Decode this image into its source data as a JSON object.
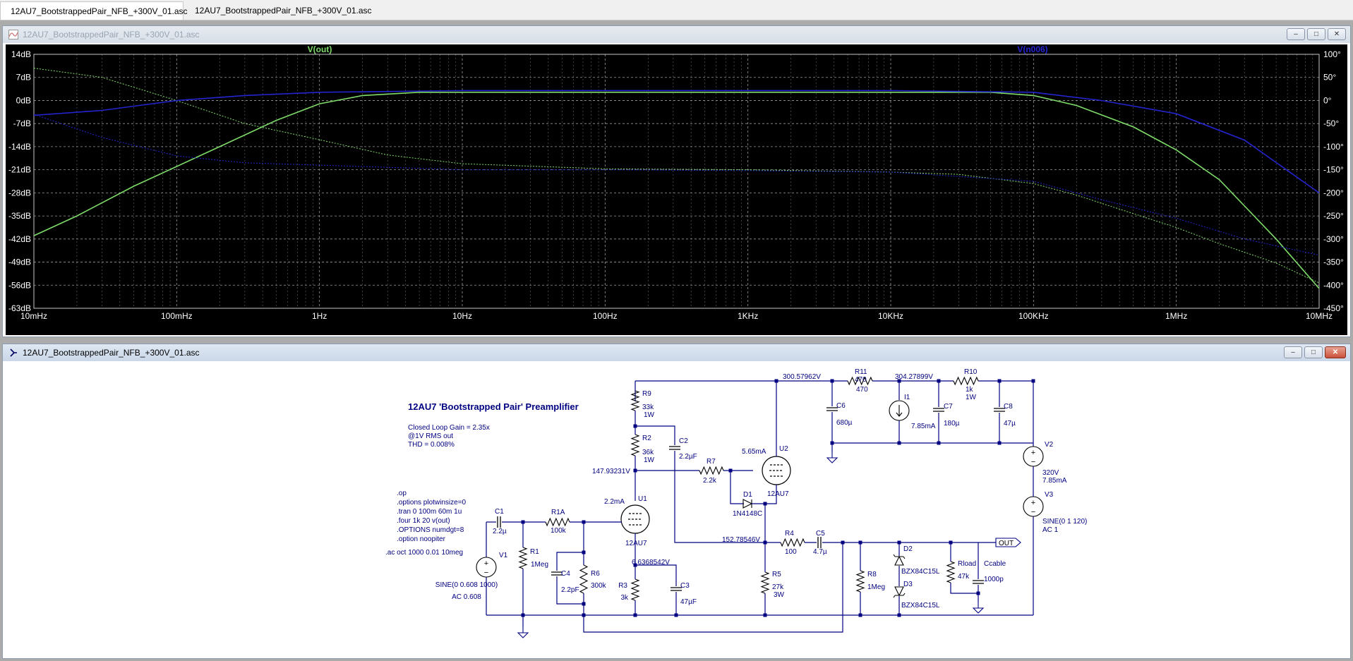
{
  "tabs": [
    {
      "label": "12AU7_BootstrappedPair_NFB_+300V_01.asc",
      "icon": "schematic-icon",
      "active": true
    },
    {
      "label": "12AU7_BootstrappedPair_NFB_+300V_01.asc",
      "icon": "waveform-icon",
      "active": false
    }
  ],
  "plot_window": {
    "title": "12AU7_BootstrappedPair_NFB_+300V_01.asc",
    "icon": "waveform-icon"
  },
  "schematic_window": {
    "title": "12AU7_BootstrappedPair_NFB_+300V_01.asc",
    "icon": "schematic-icon"
  },
  "window_buttons": {
    "minimize": "–",
    "maximize": "□",
    "close": "✕"
  },
  "colors": {
    "trace_out": "#7fdc6a",
    "trace_n006": "#2424d0",
    "wire": "#000080",
    "component": "#000000",
    "text": "#000080"
  },
  "chart_data": {
    "type": "line",
    "x_scale": "log",
    "x_range": [
      0.01,
      10000000
    ],
    "x_ticks": [
      "10mHz",
      "100mHz",
      "1Hz",
      "10Hz",
      "100Hz",
      "1KHz",
      "10KHz",
      "100KHz",
      "1MHz",
      "10MHz"
    ],
    "y_left_ticks": [
      "14dB",
      "7dB",
      "0dB",
      "-7dB",
      "-14dB",
      "-21dB",
      "-28dB",
      "-35dB",
      "-42dB",
      "-49dB",
      "-56dB",
      "-63dB"
    ],
    "y_left_range": [
      -63,
      14
    ],
    "y_right_ticks": [
      "100°",
      "50°",
      "0°",
      "-50°",
      "-100°",
      "-150°",
      "-200°",
      "-250°",
      "-300°",
      "-350°",
      "-400°",
      "-450°"
    ],
    "y_right_range": [
      -450,
      100
    ],
    "grid": true,
    "series": [
      {
        "name": "V(out)",
        "color": "#7fdc6a",
        "role": "magnitude",
        "x": [
          0.01,
          0.02,
          0.05,
          0.1,
          0.2,
          0.5,
          1,
          2,
          5,
          10,
          100,
          1000,
          10000,
          50000,
          100000,
          200000,
          500000,
          1000000,
          2000000,
          5000000,
          10000000
        ],
        "y": [
          -41,
          -35,
          -26,
          -20,
          -14,
          -6,
          -1,
          1.5,
          2.5,
          2.5,
          2.5,
          2.5,
          2.5,
          2.5,
          1.5,
          -1.5,
          -8,
          -15,
          -24,
          -42,
          -57
        ]
      },
      {
        "name": "V(out)",
        "color": "#7fdc6a",
        "role": "phase",
        "x": [
          0.01,
          0.03,
          0.1,
          0.3,
          1,
          3,
          10,
          100,
          1000,
          10000,
          30000,
          100000,
          200000,
          500000,
          1000000,
          2000000,
          5000000,
          10000000
        ],
        "y": [
          70,
          50,
          0,
          -50,
          -85,
          -118,
          -137,
          -148,
          -150,
          -155,
          -160,
          -180,
          -205,
          -245,
          -275,
          -310,
          -352,
          -395
        ]
      },
      {
        "name": "V(n006)",
        "color": "#2424d0",
        "role": "magnitude",
        "x": [
          0.01,
          0.03,
          0.1,
          0.3,
          1,
          10,
          100,
          1000,
          10000,
          100000,
          300000,
          1000000,
          3000000,
          10000000
        ],
        "y": [
          -4.5,
          -3,
          0,
          1.5,
          2.5,
          3,
          3,
          3,
          3,
          2.5,
          0,
          -4,
          -12,
          -28
        ]
      },
      {
        "name": "V(n006)",
        "color": "#2424d0",
        "role": "phase",
        "x": [
          0.01,
          0.03,
          0.1,
          0.3,
          1,
          10,
          100,
          1000,
          10000,
          100000,
          300000,
          1000000,
          3000000,
          10000000
        ],
        "y": [
          -30,
          -80,
          -120,
          -135,
          -140,
          -150,
          -150,
          -152,
          -155,
          -175,
          -215,
          -255,
          -300,
          -335
        ]
      }
    ]
  },
  "schematic": {
    "title": "12AU7 'Bootstrapped Pair' Preamplifier",
    "notes": [
      "Closed Loop Gain = 2.35x",
      "@1V RMS out",
      "THD = 0.008%"
    ],
    "directives": [
      ".op",
      ".options plotwinsize=0",
      ".tran 0 100m 60m 1u",
      ".four 1k 20 v(out)",
      ".OPTIONS numdgt=8",
      ".option noopiter"
    ],
    "ac_directive": ".ac oct 1000 0.01 10meg",
    "nodes": {
      "b_plus": "300.57962V",
      "b_plus2": "304.27899V",
      "plate1": "147.93231V",
      "cathode1": "6.6368542V",
      "cathode2": "152.78546V"
    },
    "currents": {
      "u1": "2.2mA",
      "u2": "5.65mA"
    },
    "parts": {
      "R9": [
        "R9",
        "33k",
        "1W"
      ],
      "R2": [
        "R2",
        "36k",
        "1W"
      ],
      "C2": [
        "C2",
        "2.2µF"
      ],
      "R7": [
        "R7",
        "2.2k"
      ],
      "D1": [
        "D1",
        "1N4148C"
      ],
      "U2": [
        "U2",
        "12AU7"
      ],
      "U1": [
        "U1",
        "12AU7"
      ],
      "C1": [
        "C1",
        "2.2µ"
      ],
      "R1A": [
        "R1A",
        "100k"
      ],
      "R1": [
        "R1",
        "1Meg"
      ],
      "C4": [
        "C4",
        "2.2pF"
      ],
      "R6": [
        "R6",
        "300k"
      ],
      "R3": [
        "R3",
        "3k"
      ],
      "C3": [
        "C3",
        "47µF"
      ],
      "R4": [
        "R4",
        "100"
      ],
      "C5": [
        "C5",
        "4.7µ"
      ],
      "R5": [
        "R5",
        "27k",
        "3W"
      ],
      "R8": [
        "R8",
        "1Meg"
      ],
      "D2": [
        "D2",
        "BZX84C15L"
      ],
      "D3": [
        "D3",
        "BZX84C15L"
      ],
      "Rload": [
        "Rload",
        "47k"
      ],
      "Ccable": [
        "Ccable",
        "1000p"
      ],
      "R11": [
        "R11",
        "470"
      ],
      "R10": [
        "R10",
        "1k",
        "1W"
      ],
      "C6": [
        "C6",
        "680µ"
      ],
      "I1": [
        "I1",
        "7.85mA"
      ],
      "C7": [
        "C7",
        "180µ"
      ],
      "C8": [
        "C8",
        "47µ"
      ],
      "V2": [
        "V2",
        "320V",
        "7.85mA"
      ],
      "V3": [
        "V3",
        "SINE(0 1 120)",
        "AC 1"
      ],
      "V1": [
        "V1",
        "SINE(0 0.608 1000)",
        "AC 0.608"
      ]
    },
    "out_label": "OUT"
  }
}
